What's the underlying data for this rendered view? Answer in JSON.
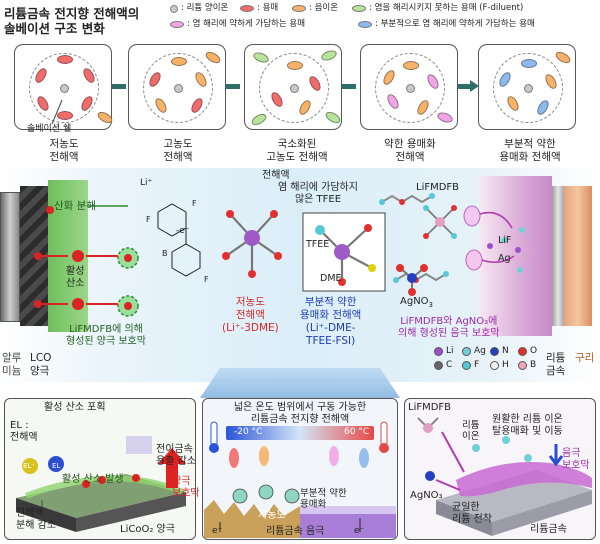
{
  "header": {
    "title_line1": "리튬금속 전지향 전해액의",
    "title_line2": "솔베이션 구조 변화",
    "legend": {
      "li_ion": ": 리튬 양이온",
      "solvent": ": 용매",
      "anion": ": 음이온",
      "f_diluent": ": 염을 해리시키지 못하는 용매 (F-diluent)",
      "weak_anion_solvent": ": 염 해리에 약하게 가담하는 용매",
      "partial_weak_solvent": ": 부분적으로 염 해리에 약하게 가담하는 용매"
    },
    "colors": {
      "li": "#c8c8c8",
      "solvent": "#f26b6b",
      "anion": "#f7b267",
      "f_diluent": "#b8e39a",
      "weak": "#f0a6e6",
      "partial": "#8fb8ef"
    }
  },
  "panels": [
    {
      "label_line1": "저농도",
      "label_line2": "전해액"
    },
    {
      "label_line1": "고농도",
      "label_line2": "전해액"
    },
    {
      "label_line1": "국소화된",
      "label_line2": "고농도 전해액"
    },
    {
      "label_line1": "약한 용매화",
      "label_line2": "전해액"
    },
    {
      "label_line1": "부분적 약한",
      "label_line2": "용매화 전해액"
    }
  ],
  "solvation_shell_label": "솔베이션 쉘",
  "middle": {
    "electrolyte": "전해액",
    "oxidative_decomposition": "산화 분해",
    "li_plus": "Li⁺",
    "electron": "-e⁻",
    "active_oxygen_line1": "활성",
    "active_oxygen_line2": "산소",
    "cathode_film_line1": "LiFMDFB에 의해",
    "cathode_film_line2": "형성된 양극 보호막",
    "low_conc_line1": "저농도",
    "low_conc_line2": "전해액",
    "low_conc_line3": "(Li⁺-3DME)",
    "tfee_note_line1": "염 해리에 가담하지",
    "tfee_note_line2": "않은 TFEE",
    "tfee": "TFEE",
    "dme": "DME",
    "partial_line1": "부분적 약한",
    "partial_line2": "용매화 전해액",
    "partial_line3": "(Li⁺-DME-",
    "partial_line4": "TFEE-FSI)",
    "lifmdfb": "LiFMDFB",
    "agno3": "AgNO",
    "agno3_sub": "3",
    "lif": "LiF",
    "ag": "Ag",
    "anode_film_line1": "LiFMDFB와 AgNO₃에",
    "anode_film_line2": "의해 형성된 음극 보호막",
    "al_label_line1": "알루",
    "al_label_line2": "미늄",
    "lco_line1": "LCO",
    "lco_line2": "양극",
    "li_metal_line1": "리튬",
    "li_metal_line2": "금속",
    "cu_label": "구리",
    "elements": [
      "Li",
      "Ag",
      "N",
      "O",
      "C",
      "F",
      "H",
      "B"
    ]
  },
  "bottom_left": {
    "active_oxygen_capture": "활성 산소 포획",
    "el_line1": "EL :",
    "el_line2": "전해액",
    "tm_line1": "전이금속",
    "tm_line2": "용출 감소",
    "el_plus": "EL⁺",
    "el": "EL",
    "active_oxygen_generation": "활성 산소 발생",
    "cathode_film_line1": "양극",
    "cathode_film_line2": "보호막",
    "decomp_line1": "전해액",
    "decomp_line2": "분해 감소",
    "licoo2": "LiCoO₂ 양극"
  },
  "bottom_mid": {
    "title_line1": "넓은 온도 범위에서 구동 가능한",
    "title_line2": "리튬금속 전지향 전해액",
    "temp_low": "-20 °C",
    "temp_high": "60 °C",
    "partial_line1": "부분적 약한",
    "partial_line2": "용매화",
    "low_conc": "저농도",
    "anode": "리튬금속 음극",
    "e_left": "e⁻",
    "e_right": "e⁻"
  },
  "bottom_right": {
    "lifmdfb": "LiFMDFB",
    "li_ion_line1": "리튬",
    "li_ion_line2": "이온",
    "smooth_line1": "원활한 리튬 이온",
    "smooth_line2": "탈용매화 및 이동",
    "agno3": "AgNO₃",
    "anode_film_line1": "음극",
    "anode_film_line2": "보호막",
    "uniform_line1": "균일한",
    "uniform_line2": "리튬 전착",
    "li_metal": "리튬금속"
  }
}
